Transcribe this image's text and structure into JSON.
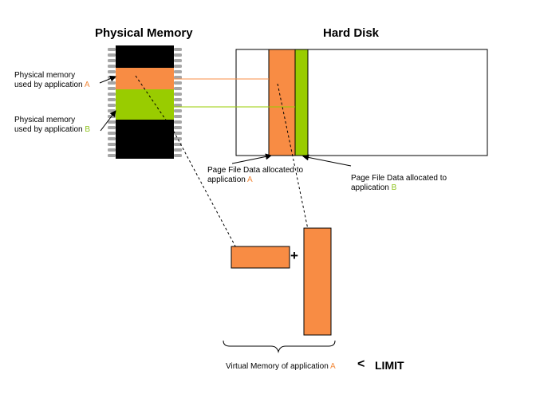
{
  "colors": {
    "app_a": "#f88c44",
    "app_a_text": "#f28a3c",
    "app_b": "#99cc00",
    "app_b_text": "#8fc31f",
    "chip": "#000000",
    "pins": "#a6a6a6"
  },
  "physical_memory": {
    "title": "Physical Memory",
    "label_a_line1": "Physical memory",
    "label_a_prefix": "used by application ",
    "label_a_letter": "A",
    "label_b_line1": "Physical memory",
    "label_b_prefix": "used by application ",
    "label_b_letter": "B"
  },
  "hard_disk": {
    "title": "Hard Disk",
    "page_a_line1": "Page File Data allocated to",
    "page_a_prefix": "application ",
    "page_a_letter": "A",
    "page_b_line1": "Page File Data allocated to",
    "page_b_prefix": "application ",
    "page_b_letter": "B"
  },
  "virtual_memory": {
    "plus": "+",
    "label_prefix": "Virtual Memory of application ",
    "label_letter": "A",
    "comparator": "<",
    "limit": "LIMIT"
  }
}
